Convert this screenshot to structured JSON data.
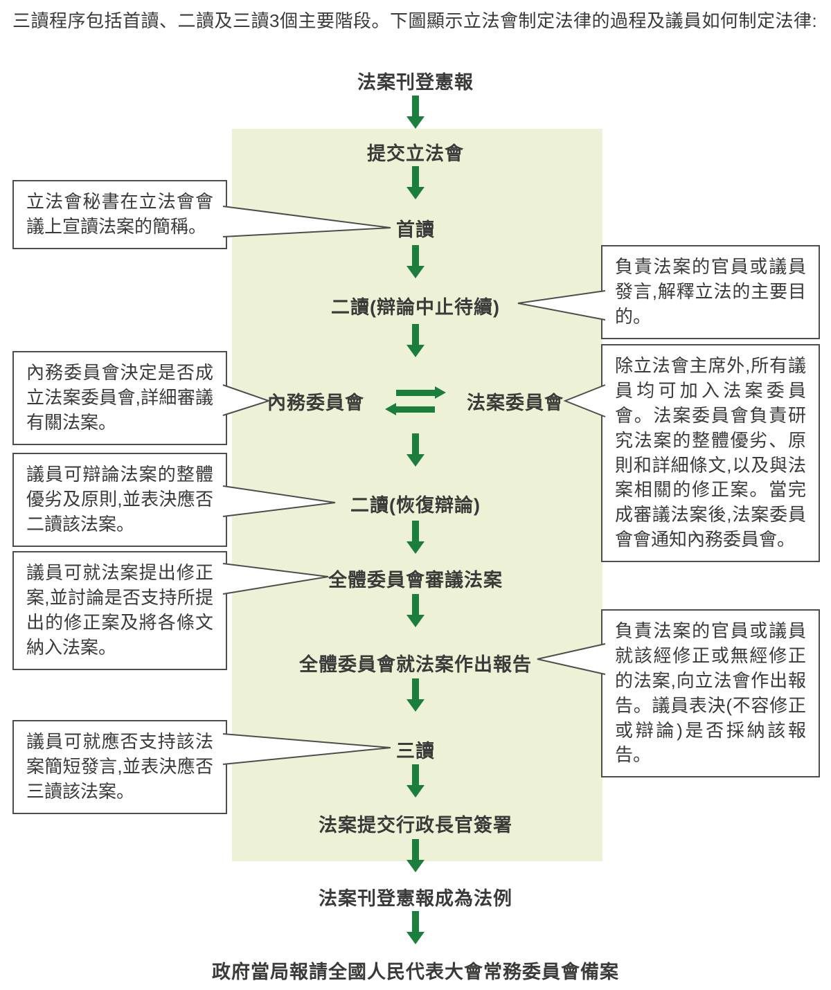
{
  "intro": "三讀程序包括首讀、二讀及三讀3個主要階段。下圖顯示立法會制定法律的過程及議員如何制定法律:",
  "flowchart": {
    "nodes": {
      "gazette": "法案刊登憲報",
      "submit": "提交立法會",
      "first_reading": "首讀",
      "second_reading_adjourned": "二讀(辯論中止待續)",
      "house_committee": "內務委員會",
      "bills_committee": "法案委員會",
      "second_reading_resumed": "二讀(恢復辯論)",
      "committee_whole_consider": "全體委員會審議法案",
      "committee_whole_report": "全體委員會就法案作出報告",
      "third_reading": "三讀",
      "sign": "法案提交行政長官簽署",
      "become_law": "法案刊登憲報成為法例",
      "npcsc_record": "政府當局報請全國人民代表大會常務委員會備案"
    },
    "callouts": {
      "first_reading_note": "立法會秘書在立法會會議上宣讀法案的簡稱。",
      "second_reading_note": "負責法案的官員或議員發言,解釋立法的主要目的。",
      "house_committee_note": "內務委員會決定是否成立法案委員會,詳細審議有關法案。",
      "bills_committee_note": "除立法會主席外,所有議員均可加入法案委員會。法案委員會負責研究法案的整體優劣、原則和詳細條文,以及與法案相關的修正案。當完成審議法案後,法案委員會會通知內務委員會。",
      "resumed_note": "議員可辯論法案的整體優劣及原則,並表決應否二讀該法案。",
      "consider_note": "議員可就法案提出修正案,並討論是否支持所提出的修正案及將各條文納入法案。",
      "report_note": "負責法案的官員或議員就該經修正或無經修正的法案,向立法會作出報告。議員表決(不容修正或辯論)是否採納該報告。",
      "third_reading_note": "議員可就應否支持該法案簡短發言,並表決應否三讀該法案。"
    },
    "colors": {
      "arrow": "#1b7e3c",
      "panel_background": "#edf2d6",
      "text": "#3a3a39",
      "callout_border": "#4d4d4c"
    }
  }
}
